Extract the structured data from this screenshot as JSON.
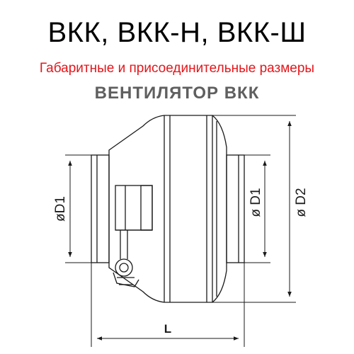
{
  "header": {
    "title": "ВКК, ВКК-Н, ВКК-Ш",
    "subtitle": "Габаритные и присоединительные размеры",
    "product": "ВЕНТИЛЯТОР ВКК"
  },
  "dimensions": {
    "left_inlet": "øD1",
    "right_outlet": "ø D1",
    "body": "ø D2",
    "length": "L"
  },
  "colors": {
    "title": "#000000",
    "subtitle": "#e4161b",
    "product": "#5f5f5f",
    "line": "#1a1a1a"
  }
}
